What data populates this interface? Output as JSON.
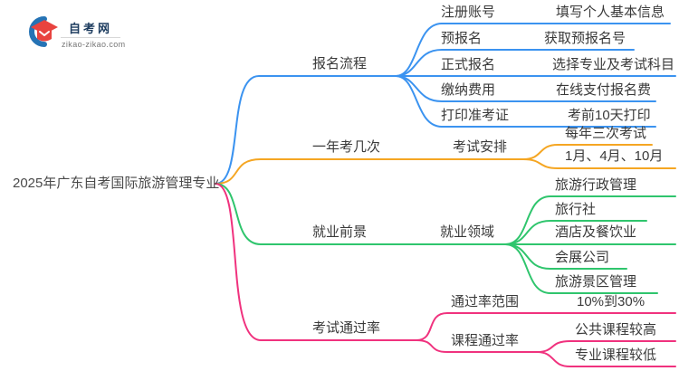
{
  "logo": {
    "site_name": "自考网",
    "site_url": "zikao-zikao.com",
    "icon": "graduation-cap-icon",
    "colors": {
      "cap_red": "#e8433f",
      "crescent_blue": "#2573b5",
      "text_navy": "#1c3b5e"
    }
  },
  "root": {
    "label": "2025年广东自考国际旅游管理专业"
  },
  "branches": [
    {
      "label": "报名流程",
      "color": "#3b93f0",
      "children": [
        {
          "label": "注册账号",
          "leaf": "填写个人基本信息"
        },
        {
          "label": "预报名",
          "leaf": "获取预报名号"
        },
        {
          "label": "正式报名",
          "leaf": "选择专业及考试科目"
        },
        {
          "label": "缴纳费用",
          "leaf": "在线支付报名费"
        },
        {
          "label": "打印准考证",
          "leaf": "考前10天打印"
        }
      ]
    },
    {
      "label": "一年考几次",
      "color": "#f5a623",
      "children": [
        {
          "label": "考试安排",
          "leaves": [
            "每年三次考试",
            "1月、4月、10月"
          ]
        }
      ]
    },
    {
      "label": "就业前景",
      "color": "#2fc56d",
      "children": [
        {
          "label": "就业领域",
          "leaves": [
            "旅游行政管理",
            "旅行社",
            "酒店及餐饮业",
            "会展公司",
            "旅游景区管理"
          ]
        }
      ]
    },
    {
      "label": "考试通过率",
      "color": "#f0327e",
      "children": [
        {
          "label": "通过率范围",
          "leaves": [
            "10%到30%"
          ]
        },
        {
          "label": "课程通过率",
          "leaves": [
            "公共课程较高",
            "专业课程较低"
          ]
        }
      ]
    }
  ]
}
